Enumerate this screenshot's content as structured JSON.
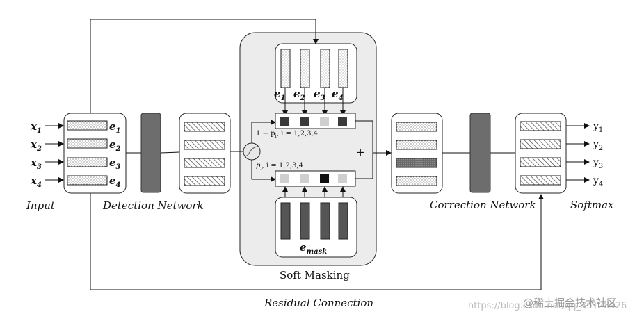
{
  "labels": {
    "input": "Input",
    "detection": "Detection Network",
    "soft_masking": "Soft Masking",
    "correction": "Correction Network",
    "softmax": "Softmax",
    "residual": "Residual Connection",
    "one_minus_p": "1 − p",
    "one_minus_p_i": "i",
    "one_minus_p_rest": ", i = 1,2,3,4",
    "p": "p",
    "p_i": "i",
    "p_rest": ", i = 1,2,3,4",
    "plus": "+",
    "e_mask_base": "e",
    "e_mask_sub": "mask"
  },
  "inputs": [
    {
      "base": "x",
      "sub": "1"
    },
    {
      "base": "x",
      "sub": "2"
    },
    {
      "base": "x",
      "sub": "3"
    },
    {
      "base": "x",
      "sub": "4"
    }
  ],
  "embeddings": [
    {
      "base": "e",
      "sub": "1"
    },
    {
      "base": "e",
      "sub": "2"
    },
    {
      "base": "e",
      "sub": "3"
    },
    {
      "base": "e",
      "sub": "4"
    }
  ],
  "outputs": [
    {
      "base": "y",
      "sub": "1"
    },
    {
      "base": "y",
      "sub": "2"
    },
    {
      "base": "y",
      "sub": "3"
    },
    {
      "base": "y",
      "sub": "4"
    }
  ],
  "watermark": {
    "url": "https://blog.csdn.net/qq_35128926",
    "site": "@稀土掘金技术社区"
  },
  "colors": {
    "dark_block": "#6d6d6d",
    "panel_bg": "#ececec",
    "dark_square": "#3a3a3a",
    "light_square": "#cfcfcf",
    "black_square": "#111111"
  }
}
